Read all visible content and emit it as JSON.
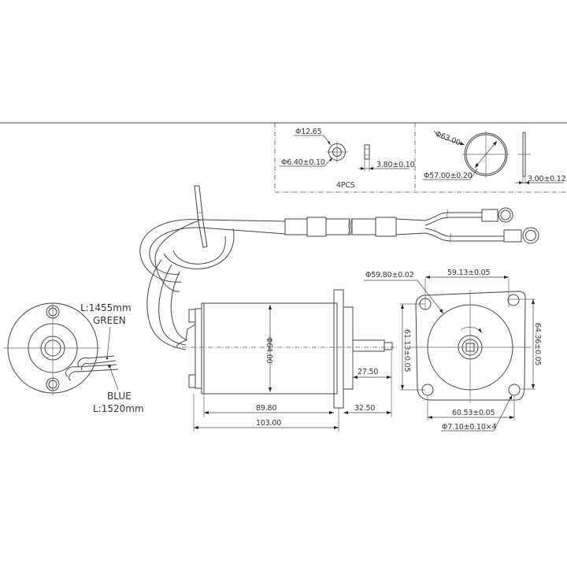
{
  "drawing": {
    "washer_box": {
      "outer_dia": "Φ12.65",
      "inner_dia": "Φ6.40±0.10",
      "thickness": "3.80±0.10",
      "quantity": "4PCS"
    },
    "oring_box": {
      "outer_dia": "Φ63.00",
      "inner_dia": "Φ57.00±0.20",
      "thickness": "3.00±0.12"
    },
    "end_view_left": {
      "green_length": "L:1455mm",
      "green_label": "GREEN",
      "blue_label": "BLUE",
      "blue_length": "L:1520mm"
    },
    "side_view": {
      "body_dia": "Φ64.00",
      "shaft_length": "27.50",
      "body_length": "89.80",
      "front_length": "32.50",
      "overall_length": "103.00"
    },
    "flange_view": {
      "pilot_dia": "Φ59.80±0.02",
      "top_hole_spacing": "59.13±0.05",
      "left_hole_spacing": "61.13±0.05",
      "right_hole_spacing": "64.36±0.05",
      "bottom_hole_spacing": "60.53±0.05",
      "hole_dia": "Φ7.10±0.10×4"
    }
  }
}
